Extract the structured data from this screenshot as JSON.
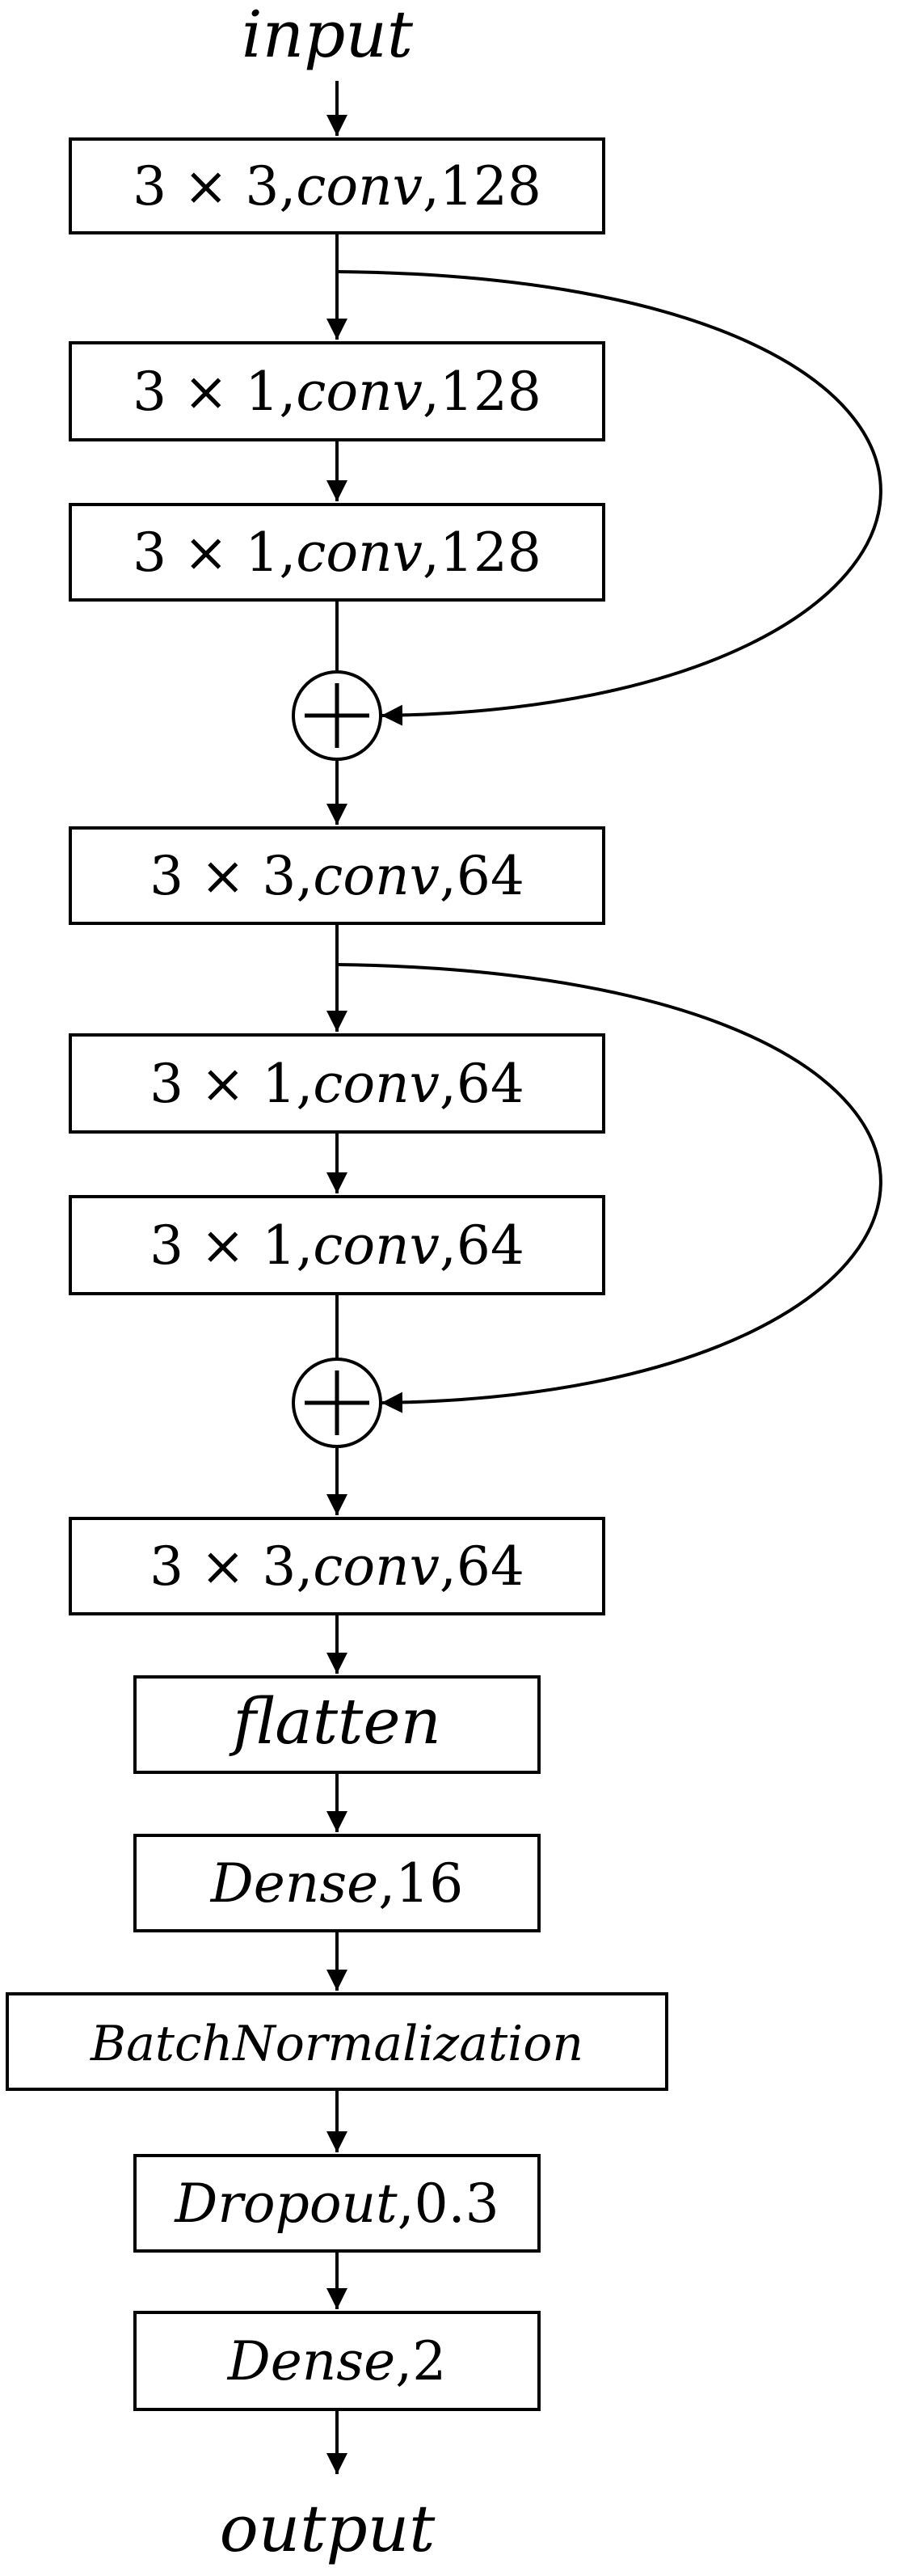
{
  "input_label": "input",
  "output_label": "output",
  "blocks": [
    {
      "k": "3 × 3,",
      "op": "conv",
      "n": ",128"
    },
    {
      "k": "3 × 1,",
      "op": "conv",
      "n": ",128"
    },
    {
      "k": "3 × 1,",
      "op": "conv",
      "n": ",128"
    },
    {
      "k": "3 × 3,",
      "op": "conv",
      "n": ",64"
    },
    {
      "k": "3 × 1,",
      "op": "conv",
      "n": ",64"
    },
    {
      "k": "3 × 1,",
      "op": "conv",
      "n": ",64"
    },
    {
      "k": "3 × 3,",
      "op": "conv",
      "n": ",64"
    }
  ],
  "head": [
    {
      "op": "flatten",
      "n": ""
    },
    {
      "op": "Dense",
      "n": ",16"
    },
    {
      "op": "BatchNormalization",
      "n": ""
    },
    {
      "op": "Dropout",
      "n": ",0.3"
    },
    {
      "op": "Dense",
      "n": ",2"
    }
  ]
}
